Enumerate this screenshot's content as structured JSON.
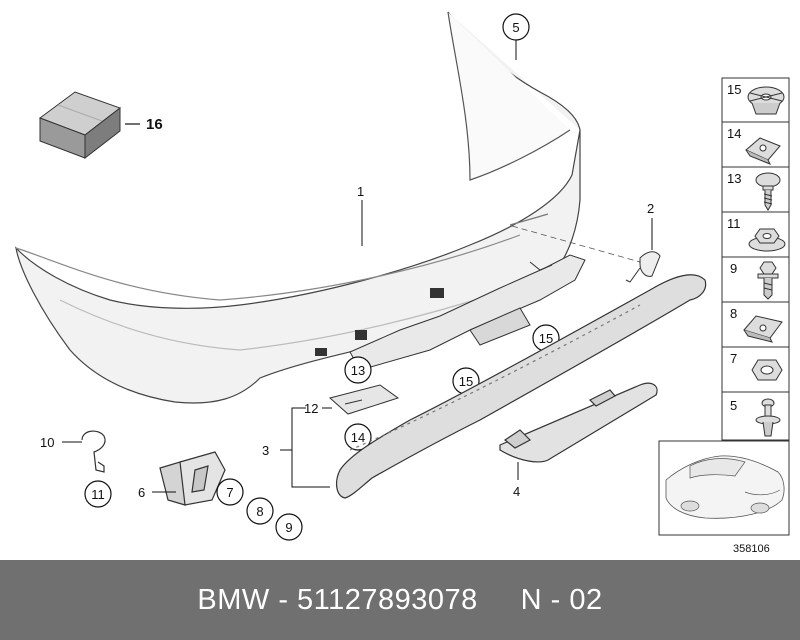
{
  "diagram": {
    "callouts": {
      "c1": "1",
      "c2": "2",
      "c3": "3",
      "c4": "4",
      "c5": "5",
      "c6": "6",
      "c7": "7",
      "c8": "8",
      "c9": "9",
      "c10": "10",
      "c11": "11",
      "c12": "12",
      "c13": "13",
      "c14": "14",
      "c15a": "15",
      "c15b": "15",
      "c16": "16"
    },
    "side_panel": [
      "15",
      "14",
      "13",
      "11",
      "9",
      "8",
      "7",
      "5"
    ],
    "reference_number": "358106"
  },
  "footer": {
    "brand": "BMW",
    "separator": " - ",
    "part_number": "51127893078",
    "gap": "     ",
    "page_code": "N - 02"
  }
}
